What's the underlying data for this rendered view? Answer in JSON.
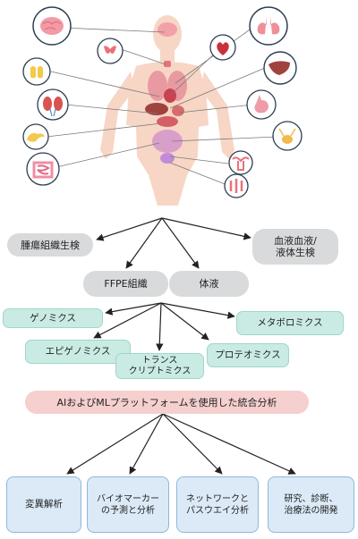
{
  "nodes": {
    "tumor_biopsy": "腫瘍組織生検",
    "liquid_biopsy": "血液血液/\n液体生検",
    "ffpe": "FFPE組織",
    "body_fluid": "体液",
    "genomics": "ゲノミクス",
    "metabolomics": "メタボロミクス",
    "epigenomics": "エピゲノミクス",
    "transcriptomics": "トランス\nクリプトミクス",
    "proteomics": "プロテオミクス",
    "ai_ml": "AIおよびMLプラットフォームを使用した統合分析",
    "variant_analysis": "変異解析",
    "biomarker": "バイオマーカーの予測と分析",
    "network": "ネットワークとパスウエイ分析",
    "research": "研究、診断、\n治療法の開発"
  },
  "icons": [
    "brain-icon",
    "thyroid-icon",
    "adrenal-icon",
    "kidney-icon",
    "pancreas-icon",
    "intestine-icon",
    "lungs-icon",
    "heart-icon",
    "liver-icon",
    "stomach-icon",
    "bladder-icon",
    "uterus-icon",
    "prostate-icon"
  ],
  "colors": {
    "gray_pill": "#d9dadc",
    "teal_pill": "#c9ebe4",
    "pink_pill": "#f6cfcf",
    "blue_box": "#dbeaf6",
    "body_skin": "#f7d6c6"
  }
}
